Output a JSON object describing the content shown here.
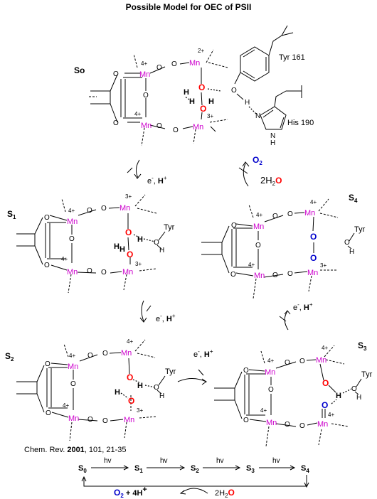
{
  "title": "Possible Model for OEC of PSII",
  "reference": {
    "journal": "Chem. Rev.",
    "year": "2001",
    "rest": ", 101, 21-35"
  },
  "states": {
    "s0": {
      "label": "So",
      "ox_ul": "4+",
      "ox_ur": "2+",
      "ox_ll": "4+",
      "ox_lr": "3+"
    },
    "s1": {
      "label": "S",
      "sub": "1",
      "ox_ul": "4+",
      "ox_ur": "3+",
      "ox_ll": "4+",
      "ox_lr": "3+"
    },
    "s2": {
      "label": "S",
      "sub": "2",
      "ox_ul": "4+",
      "ox_ur": "4+",
      "ox_ll": "4+",
      "ox_lr": "3+"
    },
    "s3": {
      "label": "S",
      "sub": "3",
      "ox_ul": "4+",
      "ox_ur": "4+",
      "ox_ll": "4+",
      "ox_lr": "4+"
    },
    "s4": {
      "label": "S",
      "sub": "4",
      "ox_ul": "4+",
      "ox_ur": "4+",
      "ox_ll": "4+",
      "ox_lr": "3+"
    }
  },
  "atoms": {
    "mn": "Mn",
    "o": "O",
    "h": "H",
    "n": "N",
    "tyr": "Tyr"
  },
  "residues": {
    "tyr161": "Tyr 161",
    "his190": "His 190"
  },
  "step": {
    "electron": "e",
    "minus": "-",
    "proton": "H",
    "plus": "+",
    "comma": ", "
  },
  "water": {
    "coeff": "2H",
    "sub": "2",
    "o": "O"
  },
  "o2": {
    "o": "O",
    "sub": "2"
  },
  "cycle": {
    "s0": "S",
    "s0_sub": "0",
    "s1": "S",
    "s1_sub": "1",
    "s2": "S",
    "s2_sub": "2",
    "s3": "S",
    "s3_sub": "3",
    "s4": "S",
    "s4_sub": "4",
    "hv": "hv",
    "release_o": "O",
    "release_sub": "2",
    "release_plus": " + 4H",
    "release_sup": "+",
    "water_coeff": "2H",
    "water_sub": "2",
    "water_o": "O"
  },
  "colors": {
    "manganese": "#cc00cc",
    "oxygen_red": "#ff0000",
    "oxygen_blue": "#0000cc",
    "bonds": "#000000"
  }
}
